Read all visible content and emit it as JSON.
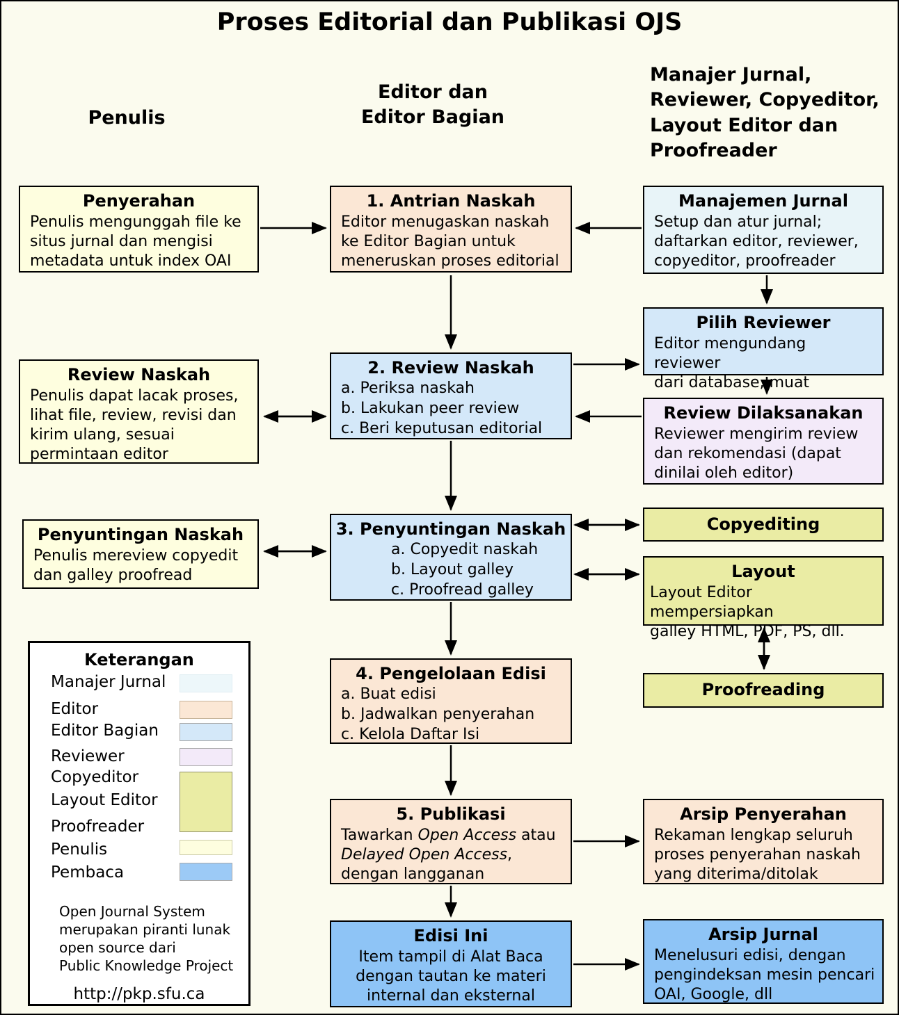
{
  "title": "Proses Editorial dan Publikasi OJS",
  "columns": {
    "penulis": "Penulis",
    "editor": "Editor dan\nEditor Bagian",
    "others": "Manajer Jurnal,\nReviewer, Copyeditor,\nLayout Editor dan\nProofreader"
  },
  "boxes": {
    "penyerahan": {
      "title": "Penyerahan",
      "body": "Penulis mengunggah file ke\nsitus jurnal dan mengisi\nmetadata untuk index OAI"
    },
    "review_naskah_penulis": {
      "title": "Review Naskah",
      "body": "Penulis dapat lacak proses,\nlihat file, review, revisi dan\nkirim ulang, sesuai\npermintaan editor"
    },
    "penyuntingan_naskah_penulis": {
      "title": "Penyuntingan Naskah",
      "body": "Penulis mereview copyedit\ndan galley proofread"
    },
    "antrian": {
      "title": "1. Antrian Naskah",
      "body": "Editor menugaskan naskah\nke Editor Bagian untuk\nmeneruskan proses editorial"
    },
    "review2": {
      "title": "2. Review Naskah",
      "items": [
        "a. Periksa naskah",
        "b. Lakukan peer review",
        "c. Beri keputusan editorial"
      ]
    },
    "penyuntingan3": {
      "title": "3. Penyuntingan Naskah",
      "items": [
        "a. Copyedit naskah",
        "b. Layout galley",
        "c. Proofread galley"
      ]
    },
    "pengelolaan4": {
      "title": "4. Pengelolaan Edisi",
      "items": [
        "a. Buat edisi",
        "b. Jadwalkan penyerahan",
        "c. Kelola Daftar Isi"
      ]
    },
    "publikasi5": {
      "title": "5. Publikasi",
      "b1": "Tawarkan ",
      "i1": "Open Access",
      "b2": " atau\n",
      "i2": "Delayed Open Access",
      "b3": ",\ndengan langganan"
    },
    "edisi_ini": {
      "title": "Edisi Ini",
      "body": "Item tampil di Alat Baca\ndengan tautan ke materi\ninternal dan eksternal"
    },
    "manajemen_jurnal": {
      "title": "Manajemen Jurnal",
      "body": "Setup dan atur jurnal;\ndaftarkan editor, reviewer,\ncopyeditor, proofreader"
    },
    "pilih_reviewer": {
      "title": "Pilih Reviewer",
      "body": "Editor mengundang reviewer\ndari database, muat"
    },
    "review_dilaksanakan": {
      "title": "Review Dilaksanakan",
      "body": "Reviewer mengirim review\ndan rekomendasi (dapat\ndinilai oleh editor)"
    },
    "copyediting": {
      "title": "Copyediting"
    },
    "layout": {
      "title": "Layout",
      "body": "Layout Editor mempersiapkan\ngalley HTML, PDF, PS, dll."
    },
    "proofreading": {
      "title": "Proofreading"
    },
    "arsip_penyerahan": {
      "title": "Arsip Penyerahan",
      "body": "Rekaman lengkap seluruh\nproses penyerahan naskah\nyang diterima/ditolak"
    },
    "arsip_jurnal": {
      "title": "Arsip Jurnal",
      "body": "Menelusuri edisi, dengan\npengindeksan mesin pencari\nOAI, Google, dll"
    }
  },
  "legend": {
    "title": "Keterangan",
    "entries": [
      {
        "label": "Manajer Jurnal",
        "swatch": "#EDF7FA"
      },
      {
        "label": "Editor",
        "swatch": "#FBE7D5"
      },
      {
        "label": "Editor Bagian",
        "swatch": "#D4E8F9"
      },
      {
        "label": "Reviewer",
        "swatch": "#F3EAF9"
      },
      {
        "label": "Copyeditor",
        "swatch": "#EAECA4"
      },
      {
        "label": "Layout Editor",
        "swatch": "#EAECA4"
      },
      {
        "label": "Proofreader",
        "swatch": "#EAECA4"
      },
      {
        "label": "Penulis",
        "swatch": "#FEFEDF"
      },
      {
        "label": "Pembaca",
        "swatch": "#9CCAF6"
      }
    ],
    "footer": "Open Journal System\nmerupakan piranti lunak\nopen source dari\nPublic Knowledge Project",
    "url": "http://pkp.sfu.ca"
  },
  "colors": {
    "background": "#FBFBEE",
    "author_yellow": "#FEFEDF",
    "editor_peach": "#FBE7D5",
    "section_editor_blue": "#D4E8F9",
    "journal_manager_paleblue": "#E8F4F8",
    "reviewer_lavender": "#F3EAF9",
    "copyeditor_olive": "#EAECA4",
    "reader_blue": "#8EC4F6",
    "line_black": "#000000"
  }
}
